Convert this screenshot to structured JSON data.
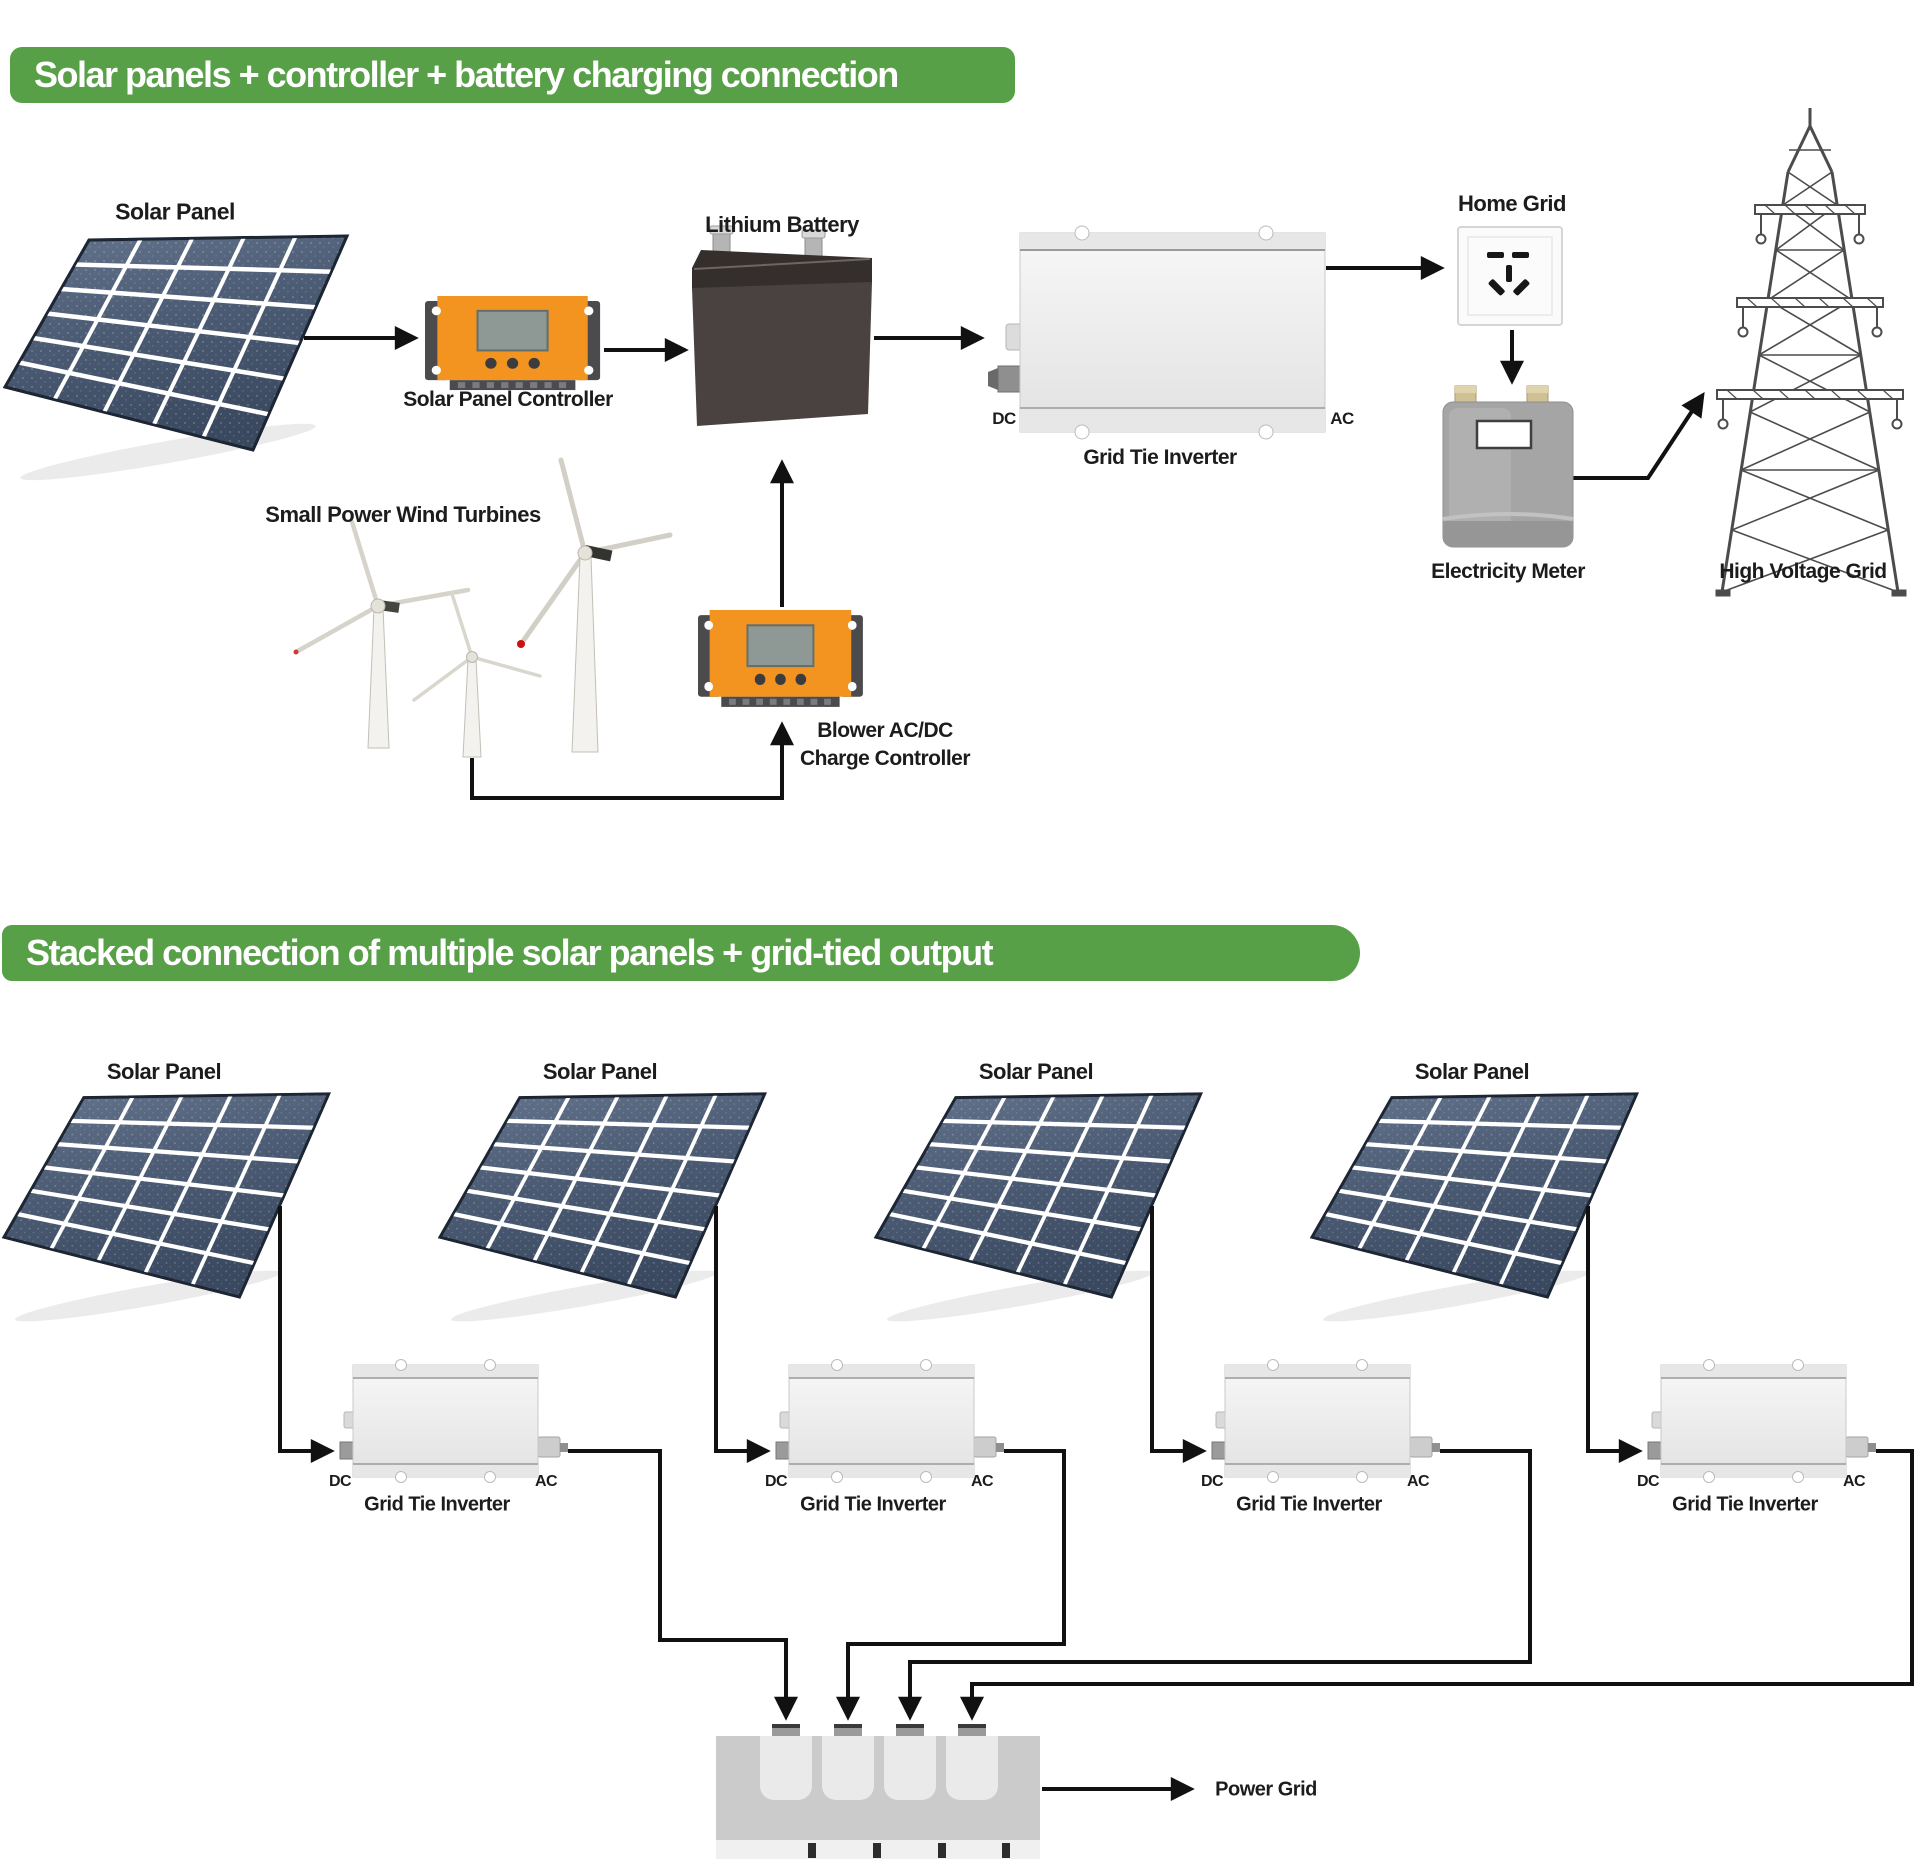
{
  "sections": [
    {
      "title": "Solar panels + controller + battery charging connection"
    },
    {
      "title": "Stacked connection of multiple solar panels + grid-tied output"
    }
  ],
  "labels": {
    "solar_panel": "Solar Panel",
    "solar_panel_controller": "Solar Panel Controller",
    "small_power_wind_turbines": "Small Power Wind Turbines",
    "lithium_battery": "Lithium Battery",
    "blower_line1": "Blower AC/DC",
    "blower_line2": "Charge Controller",
    "grid_tie_inverter": "Grid Tie Inverter",
    "dc": "DC",
    "ac": "AC",
    "home_grid": "Home Grid",
    "electricity_meter": "Electricity Meter",
    "high_voltage_grid": "High Voltage Grid",
    "power_grid": "Power Grid"
  },
  "colors": {
    "banner_green": "#57a047",
    "device_orange": "#f2941f",
    "wire_black": "#111111",
    "panel_dark": "#3e4d63",
    "panel_light": "#5d6f88",
    "battery_gray": "#494240",
    "red_tip": "#cc1111"
  },
  "connections": [
    "Solar Panel -> Solar Panel Controller",
    "Solar Panel Controller -> Lithium Battery",
    "Small Power Wind Turbines -> Blower AC/DC Charge Controller",
    "Blower AC/DC Charge Controller -> Lithium Battery",
    "Lithium Battery -> Grid Tie Inverter (DC)",
    "Grid Tie Inverter (AC) -> Home Grid",
    "Home Grid -> Electricity Meter",
    "Electricity Meter -> High Voltage Grid",
    "Solar Panel x4 -> Grid Tie Inverter x4 (DC)",
    "Grid Tie Inverter x4 (AC) -> Power Grid"
  ]
}
